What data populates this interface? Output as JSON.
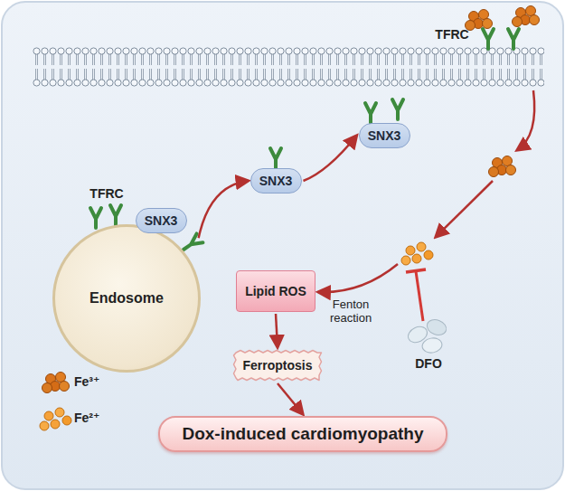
{
  "diagram": {
    "nodes": [
      {
        "text": [
          "Endosome"
        ]
      },
      {
        "text": [
          "SNX3"
        ]
      },
      {
        "text": [
          "SNX3"
        ]
      },
      {
        "text": [
          "SNX3"
        ]
      },
      {
        "text": [
          "Lipid ROS"
        ]
      },
      {
        "text": [
          "Ferroptosis"
        ]
      },
      {
        "text": [
          "Dox-induced cardiomyopathy"
        ]
      }
    ],
    "edges": [
      {
        "from": 0,
        "to": 2,
        "arrow": "to"
      },
      {
        "from": 2,
        "to": 3,
        "arrow": "to"
      },
      {
        "from": 4,
        "to": 5,
        "arrow": "to"
      },
      {
        "from": 5,
        "to": 6,
        "arrow": "to"
      }
    ],
    "labels": [
      "TFRC",
      "TFRC",
      "Fenton reaction",
      "DFO"
    ],
    "legend": [
      {
        "text": "Fe³⁺"
      },
      {
        "text": "Fe²⁺"
      }
    ]
  }
}
